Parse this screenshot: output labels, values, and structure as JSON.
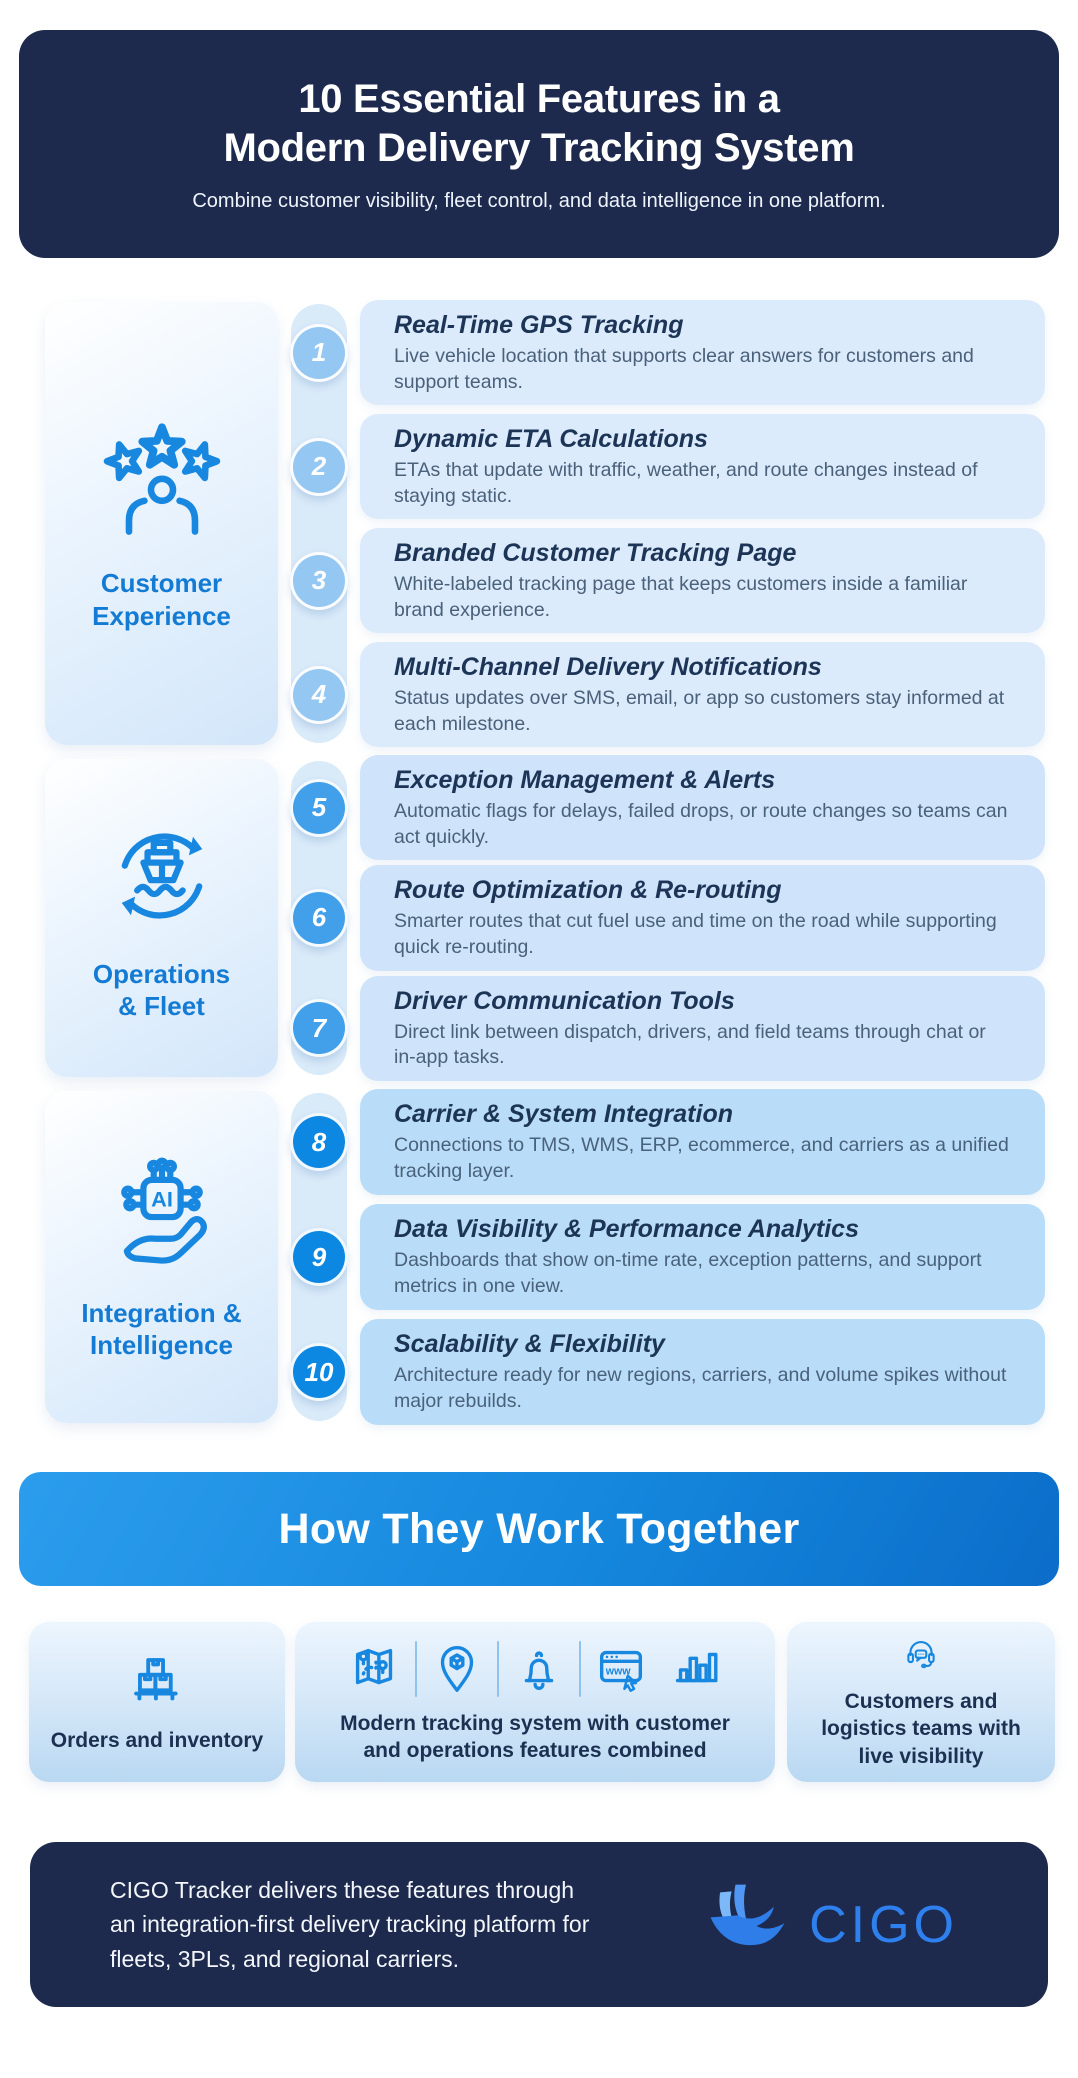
{
  "header": {
    "title_line1": "10 Essential Features in a",
    "title_line2": "Modern Delivery Tracking System",
    "subtitle": "Combine customer visibility, fleet control, and data intelligence in one platform."
  },
  "groups": [
    {
      "label_line1": "Customer",
      "label_line2": "Experience",
      "icon": "customer-stars-icon",
      "features": [
        {
          "num": "1",
          "title": "Real-Time GPS Tracking",
          "desc": "Live vehicle location that supports clear answers for customers and support teams."
        },
        {
          "num": "2",
          "title": "Dynamic ETA Calculations",
          "desc": "ETAs that update with traffic, weather, and route changes instead of staying static."
        },
        {
          "num": "3",
          "title": "Branded Customer Tracking Page",
          "desc": "White-labeled tracking page that keeps customers inside a familiar brand experience."
        },
        {
          "num": "4",
          "title": "Multi-Channel Delivery Notifications",
          "desc": "Status updates over SMS, email, or app so customers stay informed at each milestone."
        }
      ]
    },
    {
      "label_line1": "Operations",
      "label_line2": "& Fleet",
      "icon": "ship-cycle-icon",
      "features": [
        {
          "num": "5",
          "title": "Exception Management & Alerts",
          "desc": "Automatic flags for delays, failed drops, or route changes so teams can act quickly."
        },
        {
          "num": "6",
          "title": "Route Optimization & Re-routing",
          "desc": "Smarter routes that cut fuel use and time on the road while supporting quick re-routing."
        },
        {
          "num": "7",
          "title": "Driver Communication Tools",
          "desc": "Direct link between dispatch, drivers, and field teams through chat or in-app tasks."
        }
      ]
    },
    {
      "label_line1": "Integration &",
      "label_line2": "Intelligence",
      "icon": "ai-hand-icon",
      "features": [
        {
          "num": "8",
          "title": "Carrier & System Integration",
          "desc": "Connections to TMS, WMS, ERP, ecommerce, and carriers as a unified tracking layer."
        },
        {
          "num": "9",
          "title": "Data Visibility & Performance Analytics",
          "desc": "Dashboards that show on-time rate, exception patterns, and support metrics in one view."
        },
        {
          "num": "10",
          "title": "Scalability & Flexibility",
          "desc": "Architecture ready for new regions, carriers, and volume spikes without major rebuilds."
        }
      ]
    }
  ],
  "banner": {
    "title": "How They Work Together"
  },
  "flow": {
    "browser_text": "www",
    "cards": [
      {
        "label": "Orders and inventory",
        "icons": [
          "pallet-boxes-icon"
        ]
      },
      {
        "label": "Modern tracking system with customer and operations features combined",
        "icons": [
          "map-route-icon",
          "package-pin-icon",
          "bell-icon",
          "browser-www-icon",
          "bar-chart-icon"
        ]
      },
      {
        "label": "Customers and logistics teams with live visibility",
        "icons": [
          "headset-chat-icon"
        ]
      }
    ]
  },
  "footer": {
    "text": "CIGO Tracker delivers these features through an integration-first delivery tracking platform for fleets, 3PLs, and regional carriers.",
    "logo_text": "CIGO"
  },
  "colors": {
    "navy": "#1d2a4d",
    "icon_accent": "#1787e0",
    "group1_circle": "#94c7f2",
    "group2_circle": "#42a0ea",
    "group3_circle": "#0c87e2",
    "group1_card": "#dcebfc",
    "group2_card": "#cfe4fb",
    "group3_card": "#b9ddf9",
    "banner_gradient_start": "#2c9ded",
    "banner_gradient_end": "#0b6dc9",
    "group_label_blue": "#137bd4",
    "logo_blue": "#2f80ef"
  }
}
